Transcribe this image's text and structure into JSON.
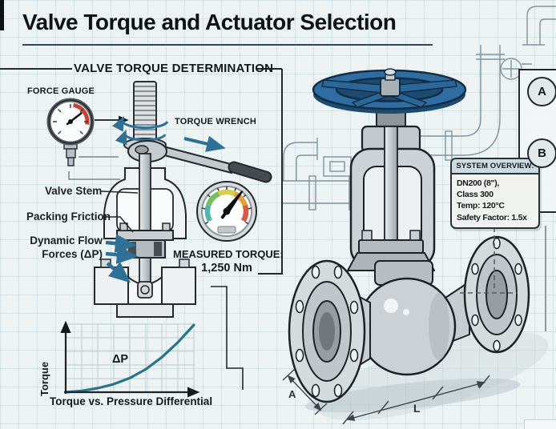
{
  "page": {
    "title": "Valve Torque and Actuator Selection"
  },
  "torque_panel": {
    "header": "VALVE TORQUE DETERMINATION",
    "force_gauge_label": "FORCE GAUGE",
    "torque_wrench_label": "TORQUE WRENCH",
    "valve_stem_label": "Valve Stem",
    "packing_friction_label": "Packing Friction",
    "dynamic_flow_label_line1": "Dynamic Flow",
    "dynamic_flow_label_line2": "Forces (ΔP)",
    "measured_torque_label": "MEASURED TORQUE:",
    "measured_torque_value": "1,250 Nm"
  },
  "chart_data": {
    "type": "line",
    "title": "Torque vs. Pressure Differential",
    "xlabel": "",
    "ylabel": "Torque",
    "annotation": "ΔP",
    "x": [
      0,
      12.5,
      25,
      37.5,
      50,
      62.5,
      75,
      87.5,
      100
    ],
    "values": [
      0,
      2,
      6,
      12,
      21,
      34,
      52,
      74,
      100
    ],
    "xlim": [
      0,
      100
    ],
    "ylim": [
      0,
      100
    ],
    "grid": true,
    "legend": "none",
    "series_color": "#2a7487"
  },
  "system_overview": {
    "header": "SYSTEM OVERVIEW:",
    "lines": [
      "DN200 (8\"),",
      "Class 300",
      "Temp: 120°C",
      "Safety Factor: 1.5x"
    ]
  },
  "callouts": {
    "marker_a": "A",
    "marker_b": "B"
  },
  "dimensions": {
    "width_label": "A",
    "length_label": "L"
  },
  "colors": {
    "background": "#edf2f2",
    "grid_line": "#cfdfe3",
    "ink": "#16191c",
    "handwheel_blue": "#2f6da3",
    "arrow_blue": "#2e7096",
    "curve_teal": "#2a7487",
    "gauge_red": "#c44536",
    "gauge_teal": "#52b5b1",
    "gauge_green": "#74bf62",
    "gauge_yellow": "#d9cf4b",
    "gauge_orange": "#e59f3c",
    "metal_gray": "#c7cdd1"
  }
}
